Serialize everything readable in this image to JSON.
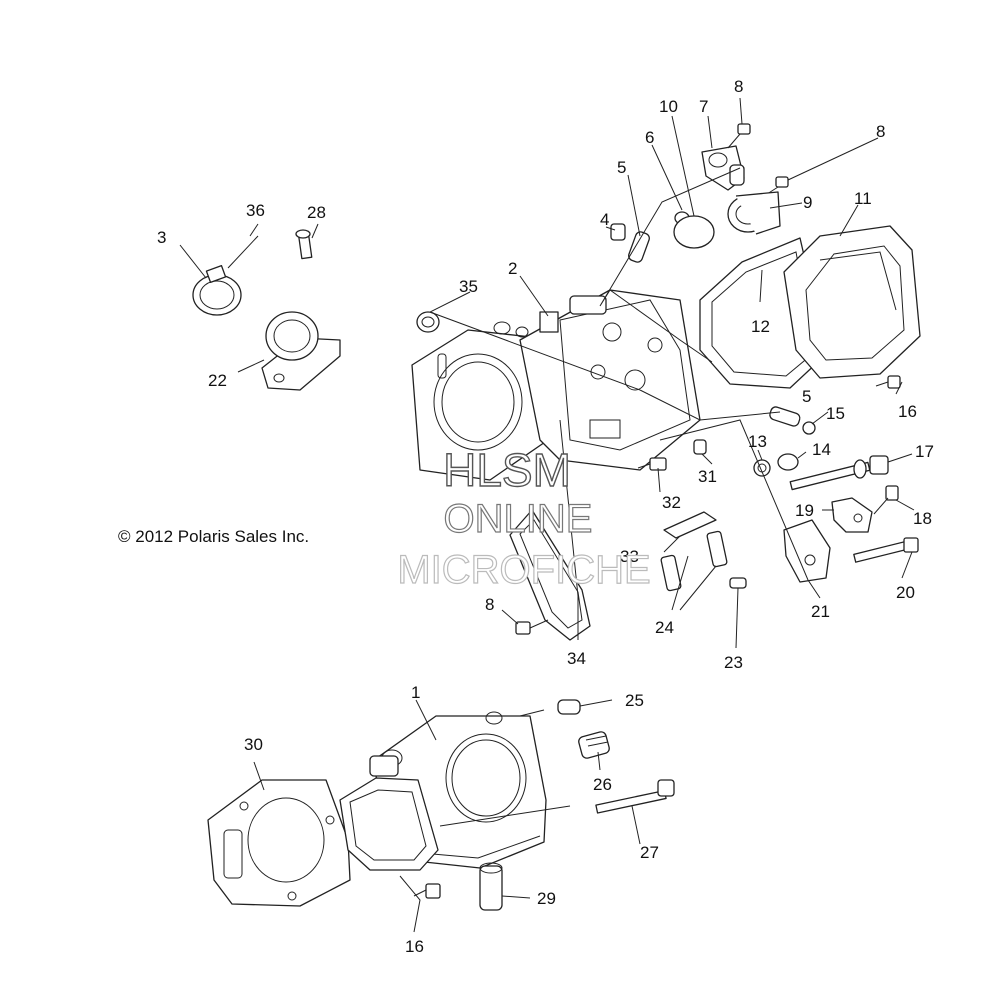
{
  "copyright": "© 2012 Polaris Sales Inc.",
  "watermark": {
    "line1": "HLSM",
    "line2": "ONLINE",
    "line3": "MICROFICHE"
  },
  "callouts": {
    "c1": "1",
    "c2": "2",
    "c3": "3",
    "c4": "4",
    "c5a": "5",
    "c5b": "5",
    "c6": "6",
    "c7": "7",
    "c8a": "8",
    "c8b": "8",
    "c8c": "8",
    "c9": "9",
    "c10": "10",
    "c11": "11",
    "c12": "12",
    "c13": "13",
    "c14": "14",
    "c15": "15",
    "c16a": "16",
    "c16b": "16",
    "c17": "17",
    "c18": "18",
    "c19": "19",
    "c20": "20",
    "c21": "21",
    "c22": "22",
    "c23": "23",
    "c24": "24",
    "c25": "25",
    "c26": "26",
    "c27": "27",
    "c28": "28",
    "c29": "29",
    "c30": "30",
    "c31": "31",
    "c32": "32",
    "c33": "33",
    "c34": "34",
    "c35": "35",
    "c36": "36"
  },
  "colors": {
    "line": "#222222",
    "watermark_dark": "#555555",
    "watermark_light": "#bbbbbb"
  }
}
